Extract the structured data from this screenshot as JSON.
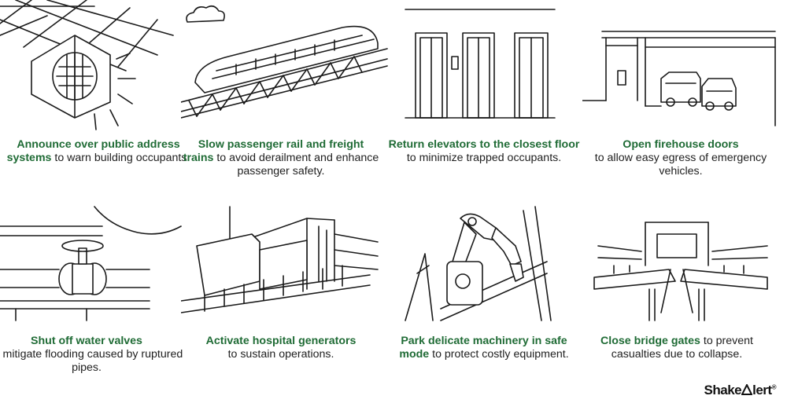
{
  "brand": {
    "logo_text": "Shake",
    "logo_text_2": "lert"
  },
  "tiles": [
    {
      "bold": "Announce over public address systems",
      "rest": " to warn building occupants."
    },
    {
      "bold": "Slow passenger rail and freight trains",
      "rest": " to avoid derailment and enhance passenger safety."
    },
    {
      "bold": "Return elevators to the closest floor",
      "rest": " to minimize trapped occupants."
    },
    {
      "bold": "Open firehouse doors",
      "rest": " to allow easy egress of emergency vehicles."
    },
    {
      "bold": "Shut off water valves",
      "rest": " to mitigate flooding caused by ruptured pipes."
    },
    {
      "bold": "Activate hospital generators",
      "rest": " to sustain operations."
    },
    {
      "bold": "Park delicate machinery in safe mode",
      "rest": " to protect costly equipment."
    },
    {
      "bold": "Close bridge gates",
      "rest": " to prevent casualties due to collapse."
    }
  ]
}
